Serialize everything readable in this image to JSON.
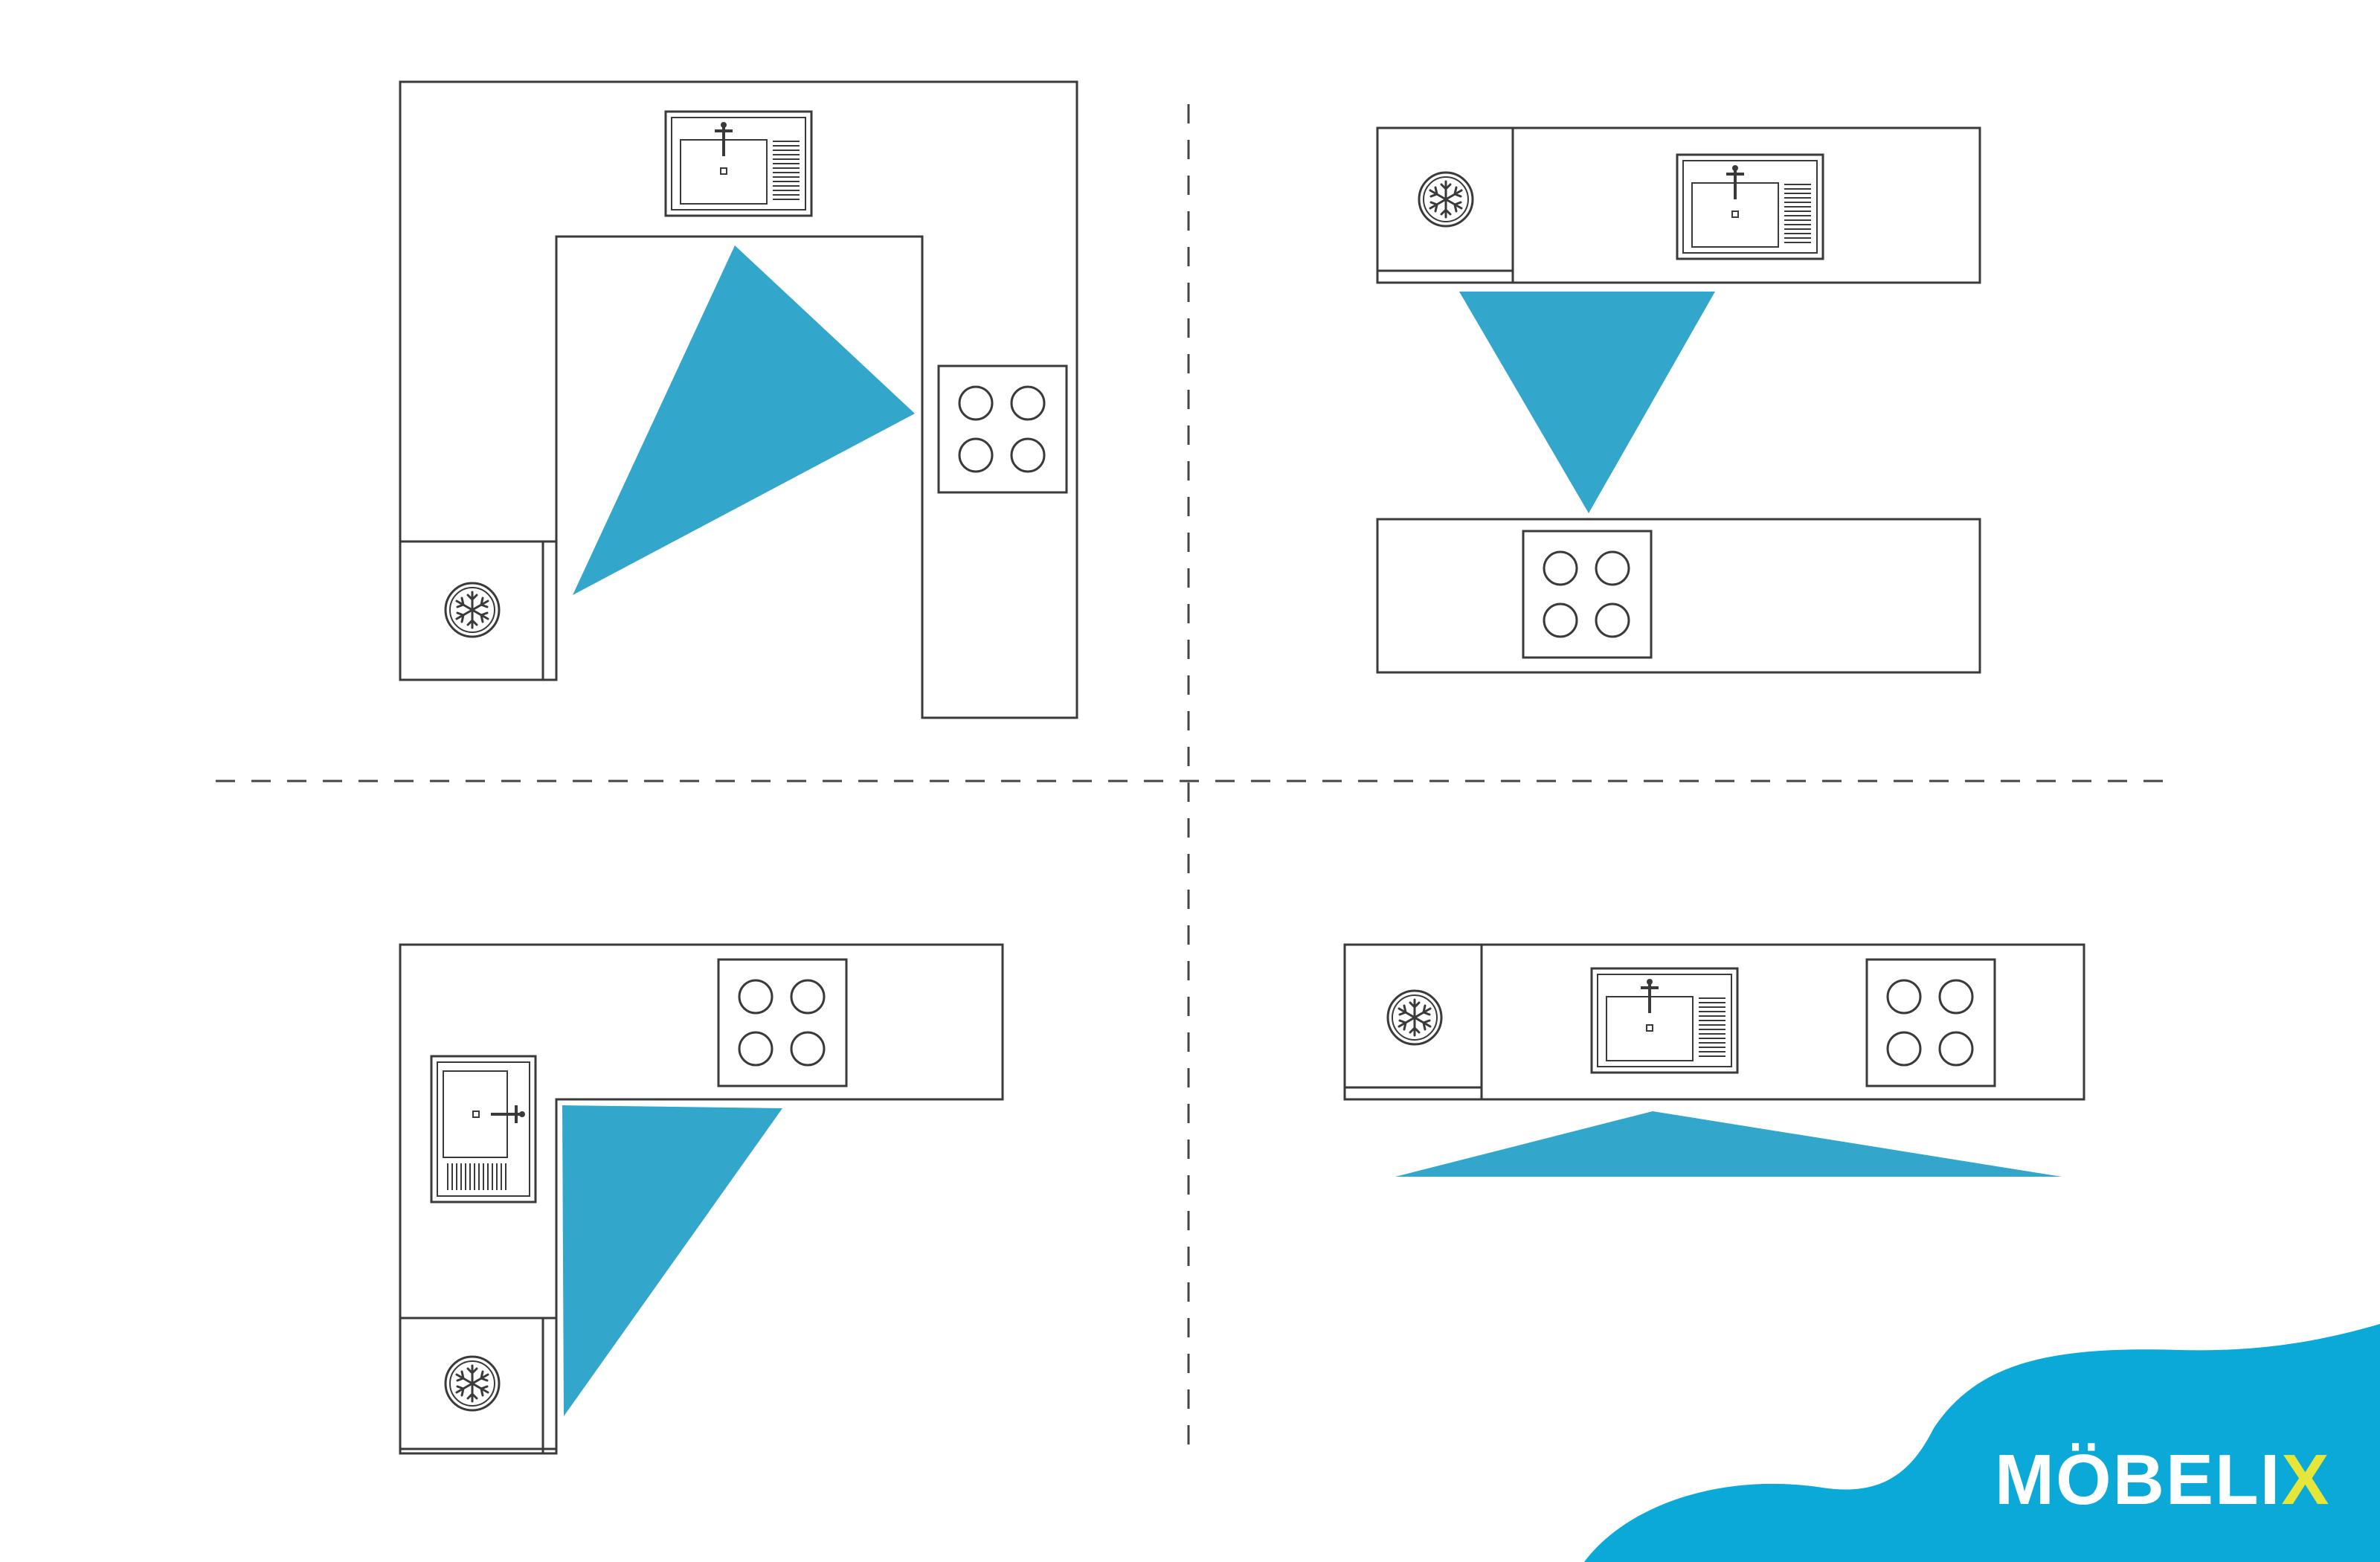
{
  "brand": {
    "name_main": "MÖBELI",
    "name_accent": "X",
    "text_color": "#ffffff",
    "accent_color": "#e6e63a",
    "wave_color": "#0aa9d8"
  },
  "colors": {
    "triangle": "#33a6cc",
    "outline": "#3a3a3a"
  },
  "layouts": [
    {
      "id": "u-shape",
      "appliances": [
        "sink-icon",
        "stove-icon",
        "fridge-icon"
      ]
    },
    {
      "id": "galley",
      "appliances": [
        "fridge-icon",
        "sink-icon",
        "stove-icon"
      ]
    },
    {
      "id": "l-shape",
      "appliances": [
        "stove-icon",
        "sink-icon",
        "fridge-icon"
      ]
    },
    {
      "id": "single-line",
      "appliances": [
        "fridge-icon",
        "sink-icon",
        "stove-icon"
      ]
    }
  ]
}
